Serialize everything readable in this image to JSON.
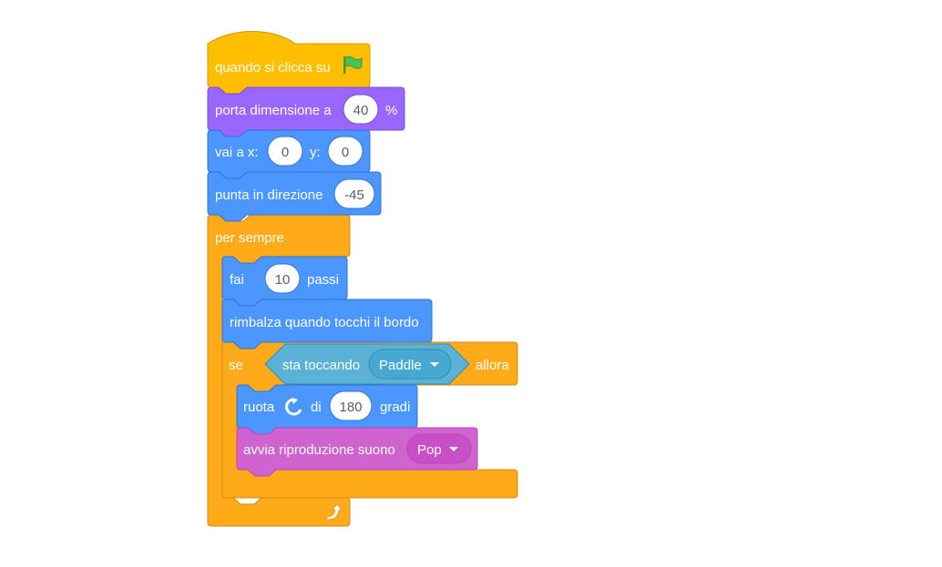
{
  "script": {
    "hat": {
      "label": "quando si clicca su",
      "icon": "green-flag-icon",
      "color": "#FFBF00"
    },
    "set_size": {
      "label": "porta dimensione a",
      "value": "40",
      "suffix": "%",
      "color": "#9966FF"
    },
    "goto_xy": {
      "label": "vai a x:",
      "x_value": "0",
      "y_label": "y:",
      "y_value": "0",
      "color": "#4C97FF"
    },
    "point_direction": {
      "label": "punta in direzione",
      "value": "-45",
      "color": "#4C97FF"
    },
    "forever": {
      "label": "per sempre",
      "icon": "loop-arrow-icon",
      "color": "#FFAB19"
    },
    "move": {
      "label": "fai",
      "value": "10",
      "suffix": "passi",
      "color": "#4C97FF"
    },
    "bounce": {
      "label": "rimbalza quando tocchi il bordo",
      "color": "#4C97FF"
    },
    "if_then": {
      "label": "se",
      "then_label": "allora",
      "color": "#FFAB19"
    },
    "touching": {
      "label": "sta toccando",
      "selected": "Paddle",
      "color": "#5CB1D6"
    },
    "turn": {
      "label": "ruota",
      "icon": "rotate-clockwise-icon",
      "di_label": "di",
      "value": "180",
      "suffix": "gradi",
      "color": "#4C97FF"
    },
    "play_sound": {
      "label": "avvia riproduzione suono",
      "selected": "Pop",
      "color": "#CF63CF"
    }
  }
}
